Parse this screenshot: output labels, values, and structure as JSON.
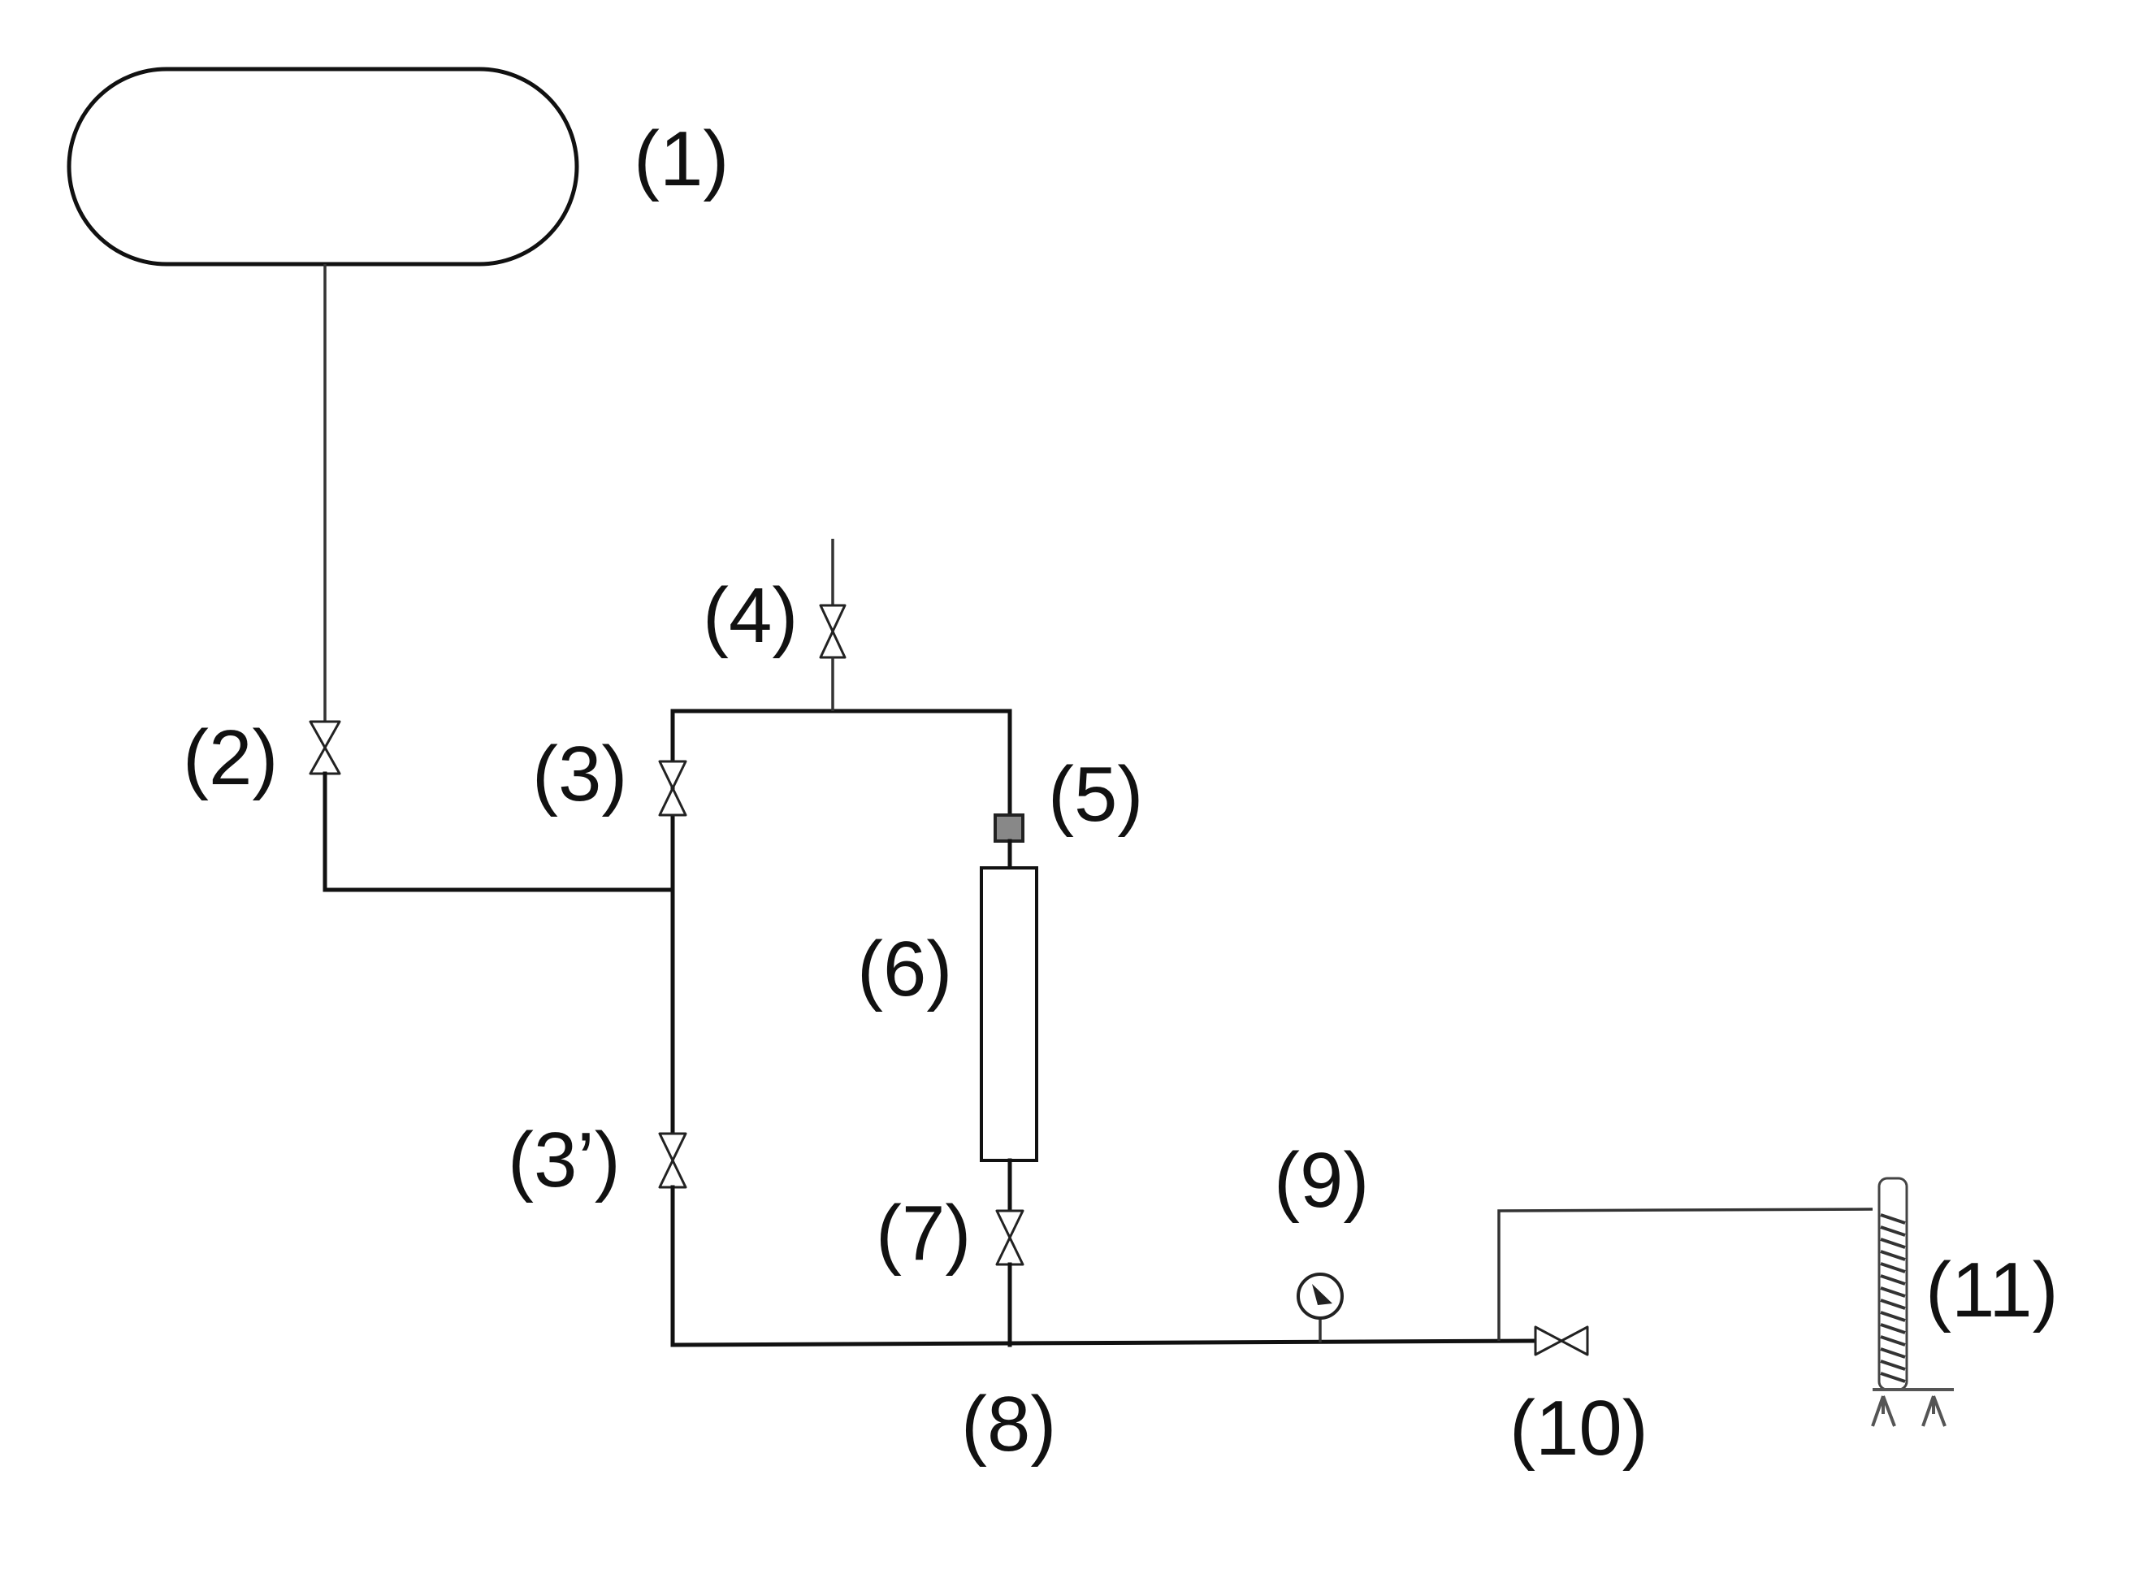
{
  "labels": {
    "l1": "(1)",
    "l2": "(2)",
    "l3": "(3)",
    "l3p": "(3’)",
    "l4": "(4)",
    "l5": "(5)",
    "l6": "(6)",
    "l7": "(7)",
    "l8": "(8)",
    "l9": "(9)",
    "l10": "(10)",
    "l11": "(11)"
  },
  "colors": {
    "line": "#111111",
    "background": "#ffffff"
  }
}
